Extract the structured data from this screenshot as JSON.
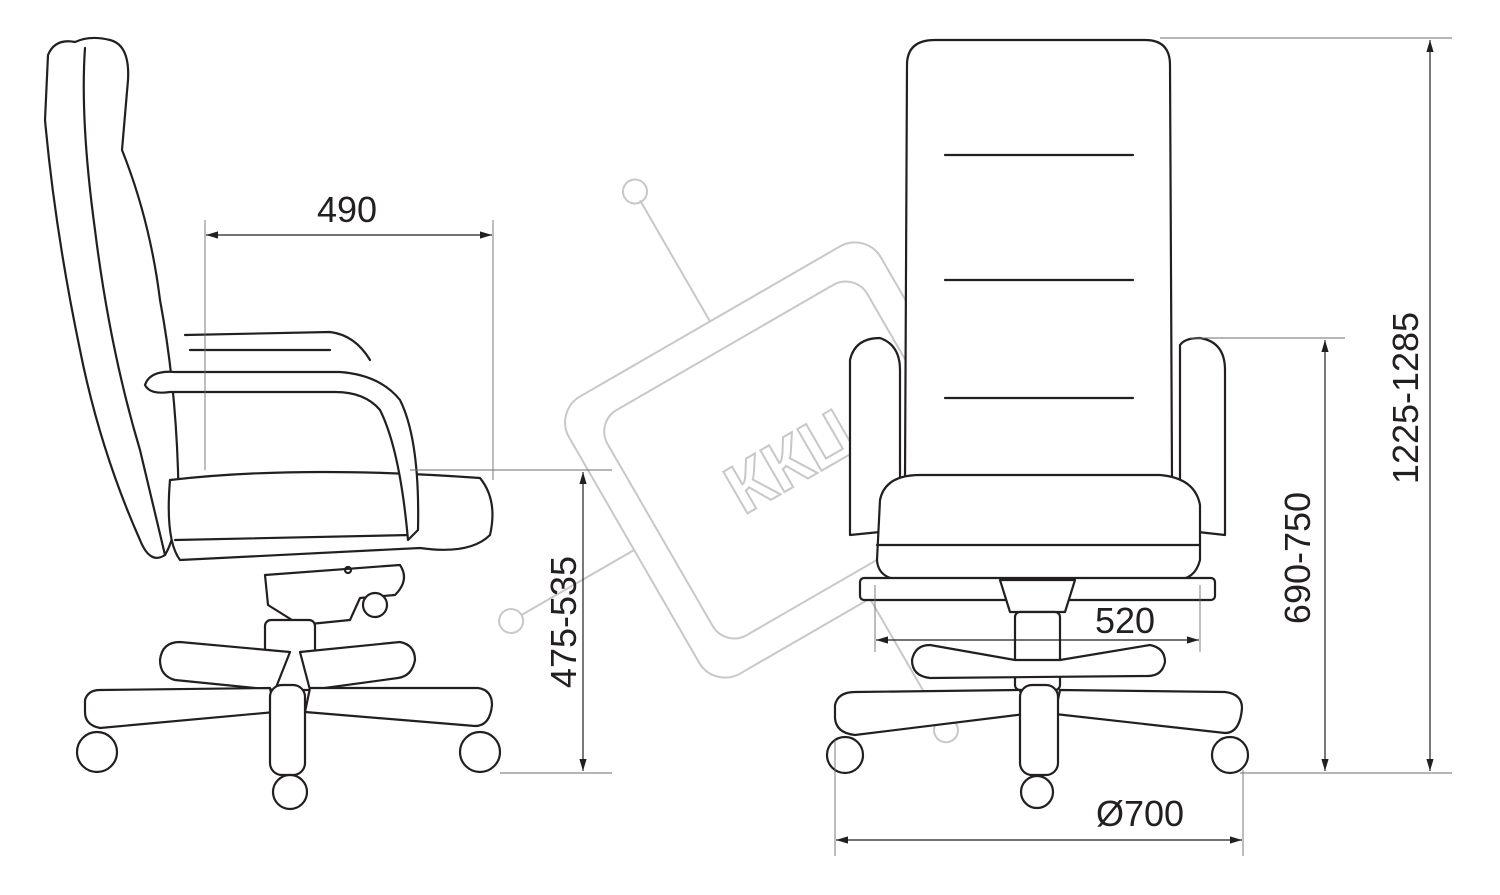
{
  "dimensions": {
    "seat_depth": "490",
    "seat_height": "475-535",
    "seat_width": "520",
    "armrest_height": "690-750",
    "total_height": "1225-1285",
    "base_diameter": "Ø700"
  },
  "watermark": "ККЦ",
  "colors": {
    "line": "#231f20",
    "watermark": "#c8c8c8"
  }
}
